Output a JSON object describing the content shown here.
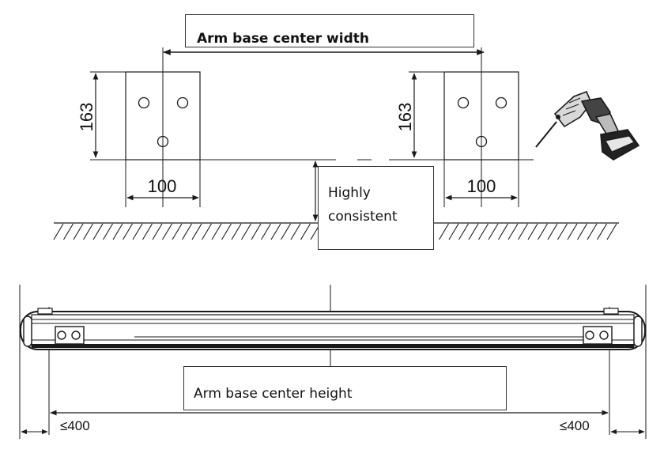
{
  "labels": {
    "title": "Arm base center width",
    "note_line1": "Highly",
    "note_line2": "consistent",
    "bottom": "Arm base center height"
  },
  "dimensions": {
    "left_height": "163",
    "left_width": "100",
    "right_height": "163",
    "right_width": "100",
    "left_offset": "≤400",
    "right_offset": "≤400"
  },
  "icons": {
    "drill": "power-drill-icon"
  },
  "colors": {
    "line": "#1a1a1a",
    "background": "#ffffff"
  }
}
